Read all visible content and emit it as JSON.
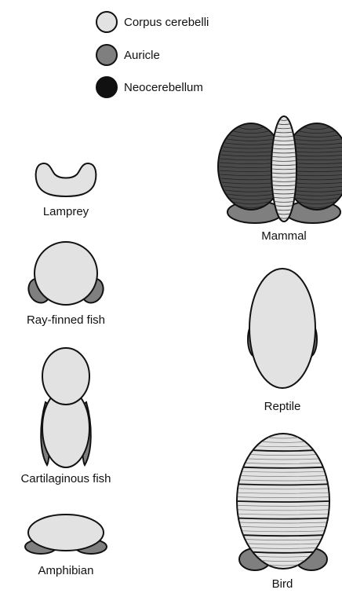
{
  "legend": {
    "items": [
      {
        "label": "Corpus cerebelli",
        "color": "#e2e2e2"
      },
      {
        "label": "Auricle",
        "color": "#7f7f7f"
      },
      {
        "label": "Neocerebellum",
        "color": "#1c1c1c"
      }
    ]
  },
  "animals": {
    "lamprey": "Lamprey",
    "ray_finned_fish": "Ray-finned fish",
    "cartilaginous_fish": "Cartilaginous fish",
    "amphibian": "Amphibian",
    "mammal": "Mammal",
    "reptile": "Reptile",
    "bird": "Bird"
  },
  "colors": {
    "corpus": "#e2e2e2",
    "auricle": "#7f7f7f",
    "hemisphere": "#4a4a4a",
    "outline": "#111111"
  }
}
